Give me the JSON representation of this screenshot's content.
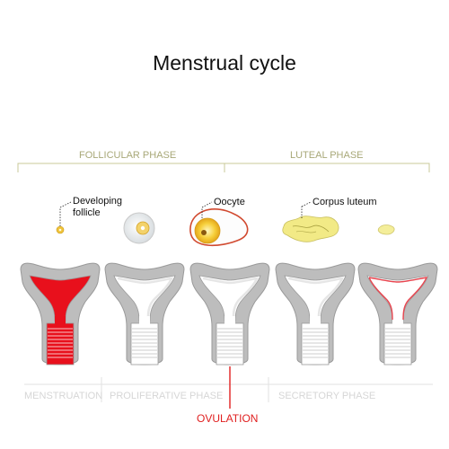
{
  "title": "Menstrual cycle",
  "phases": {
    "follicular": "FOLLICULAR PHASE",
    "luteal": "LUTEAL PHASE"
  },
  "labels": {
    "developing_follicle": [
      "Developing",
      "follicle"
    ],
    "oocyte": "Oocyte",
    "corpus_luteum": "Corpus luteum"
  },
  "stages": {
    "menstruation": "MENSTRUATION",
    "proliferative": "PROLIFERATIVE PHASE",
    "secretory": "SECRETORY PHASE",
    "ovulation": "OVULATION"
  },
  "colors": {
    "phase_bracket": "#c8c898",
    "menstrual_red": "#e8101c",
    "ovulation_red": "#e02020",
    "uterus_gray": "#bdbdbd",
    "follicle_yellow": "#f4d24a",
    "corpus_yellow": "#f1ea8a"
  }
}
